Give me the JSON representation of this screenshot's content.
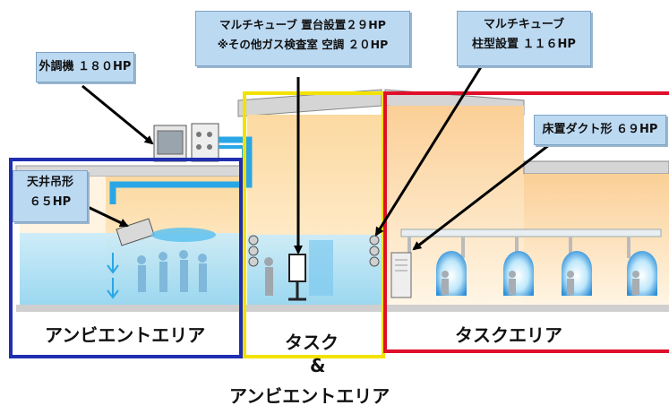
{
  "callouts": {
    "outdoor_unit": "外調機 １８０HP",
    "ceiling_type": [
      "天井吊形",
      "６５HP"
    ],
    "multi_cube_stand": [
      "マルチキューブ 置台設置２９HP",
      "※その他ガス検査室 空調 ２０HP"
    ],
    "multi_cube_pillar": [
      "マルチキューブ",
      "柱型設置 １１６HP"
    ],
    "floor_duct": "床置ダクト形 ６９HP"
  },
  "areas": {
    "ambient": "アンビエントエリア",
    "task": "タスク",
    "ampersand": "&",
    "task_ambient": "アンビエントエリア",
    "task_area": "タスクエリア"
  },
  "colors": {
    "ambient_frame": "#1f2fb0",
    "task_frame": "#f2e200",
    "task_area_frame": "#e0102a",
    "duct": "#2aa6e6",
    "callout_bg": "#bcd9f2"
  }
}
